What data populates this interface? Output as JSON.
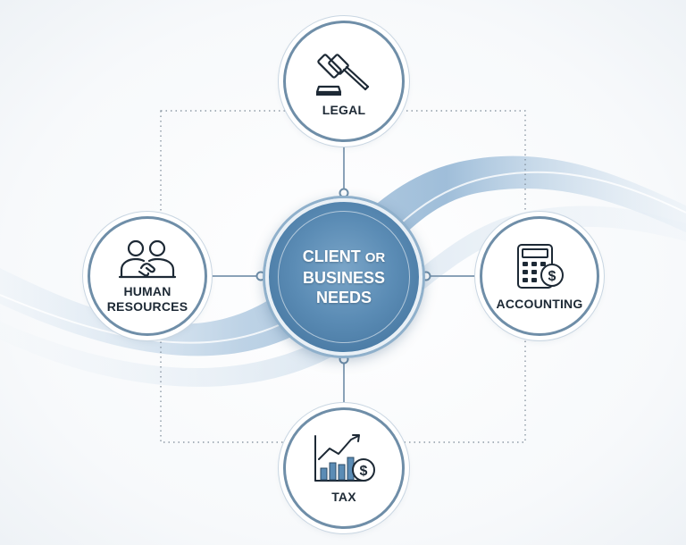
{
  "center": {
    "line1_a": "CLIENT",
    "line1_b": "OR",
    "line2": "BUSINESS",
    "line3": "NEEDS"
  },
  "nodes": {
    "legal": {
      "label": "LEGAL",
      "icon": "gavel-icon"
    },
    "human_resources": {
      "label_line1": "HUMAN",
      "label_line2": "RESOURCES",
      "icon": "people-handshake-icon"
    },
    "accounting": {
      "label": "ACCOUNTING",
      "icon": "calculator-dollar-icon"
    },
    "tax": {
      "label": "TAX",
      "icon": "bar-chart-dollar-icon"
    }
  },
  "colors": {
    "accent": "#5b8cb5",
    "ring": "#6f8ea8",
    "connector": "#8aa2b8",
    "text": "#1d2935",
    "wave": "#a9c5de"
  }
}
